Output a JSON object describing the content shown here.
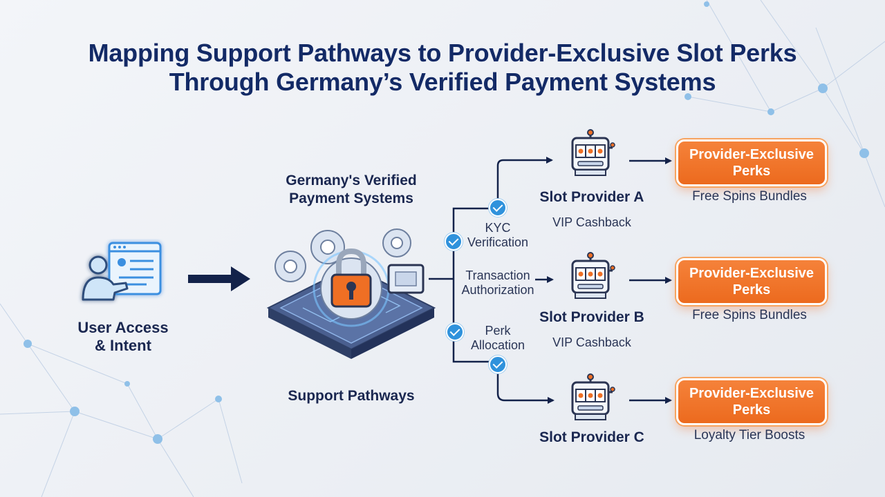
{
  "title": {
    "line1": "Mapping Support Pathways to Provider-Exclusive Slot Perks",
    "line2": "Through Germany’s Verified Payment Systems"
  },
  "user": {
    "line1": "User Access",
    "line2": "& Intent"
  },
  "hub": {
    "top_line1": "Germany's Verified",
    "top_line2": "Payment Systems",
    "bottom": "Support Pathways"
  },
  "steps": {
    "kyc_line1": "KYC",
    "kyc_line2": "Verification",
    "tx_line1": "Transaction",
    "tx_line2": "Authorization",
    "perk_line1": "Perk",
    "perk_line2": "Allocation"
  },
  "providers": [
    {
      "name": "Slot Provider A",
      "sub": "VIP Cashback",
      "perk_line1": "Provider-Exclusive",
      "perk_line2": "Perks",
      "benefit": "Free Spins Bundles"
    },
    {
      "name": "Slot Provider B",
      "sub": "VIP Cashback",
      "perk_line1": "Provider-Exclusive",
      "perk_line2": "Perks",
      "benefit": "Free Spins Bundles"
    },
    {
      "name": "Slot Provider C",
      "sub": "",
      "perk_line1": "Provider-Exclusive",
      "perk_line2": "Perks",
      "benefit": "Loyalty Tier Boosts"
    }
  ],
  "colors": {
    "navy": "#13224a",
    "accent_orange": "#ef6f24",
    "accent_blue": "#2f92dc"
  },
  "icons": [
    "user-browser-icon",
    "lock-gears-platform-icon",
    "slot-machine-icon",
    "check-icon",
    "arrow-icon"
  ]
}
